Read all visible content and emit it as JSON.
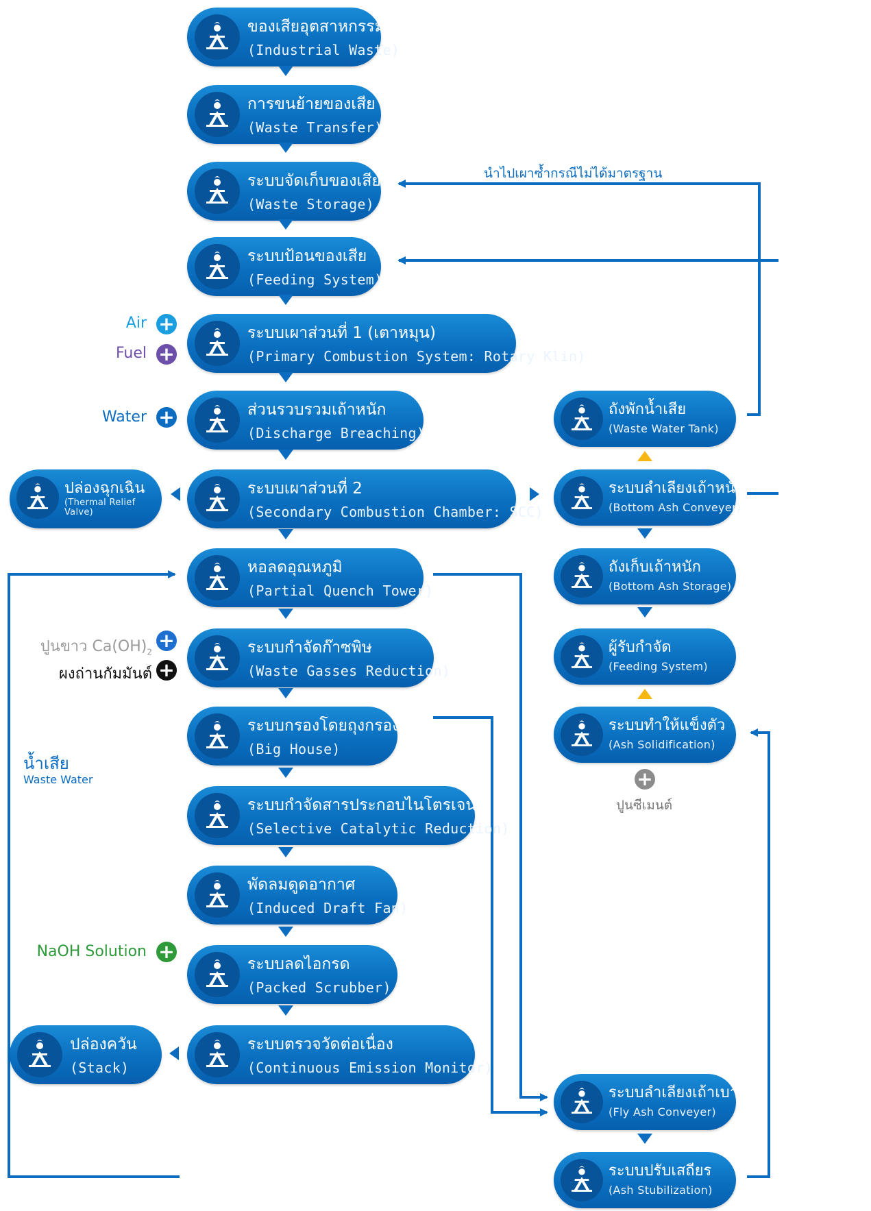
{
  "colors": {
    "primary": "#0b6cc0",
    "air": "#1a9ee0",
    "fuel": "#6b4fa8",
    "water": "#0b6cc0",
    "lime": "#9a9a9a",
    "carbon": "#111111",
    "naoh": "#2e9a3a",
    "cement": "#8c8c8c",
    "warning": "#f6b712"
  },
  "icon": "waste-plant-logo-icon",
  "nodes": {
    "industrial_waste": {
      "th": "ของเสียอุตสาหกรรม",
      "en": "(Industrial Waste)"
    },
    "waste_transfer": {
      "th": "การขนย้ายของเสีย",
      "en": "(Waste Transfer)"
    },
    "waste_storage": {
      "th": "ระบบจัดเก็บของเสีย",
      "en": "(Waste Storage)"
    },
    "feeding_system": {
      "th": "ระบบป้อนของเสีย",
      "en": "(Feeding System)"
    },
    "primary_combustion": {
      "th": "ระบบเผาส่วนที่ 1 (เตาหมุน)",
      "en": "(Primary Combustion System: Rotary Klin)"
    },
    "discharge_breaching": {
      "th": "ส่วนรวบรวมเถ้าหนัก",
      "en": "(Discharge Breaching)"
    },
    "secondary_combustion": {
      "th": "ระบบเผาส่วนที่ 2",
      "en": "(Secondary Combustion Chamber: SCC)"
    },
    "partial_quench": {
      "th": "หอลดอุณหภูมิ",
      "en": "(Partial Quench Tower)"
    },
    "waste_gas_reduction": {
      "th": "ระบบกำจัดก๊าซพิษ",
      "en": "(Waste Gasses Reduction)"
    },
    "big_house": {
      "th": "ระบบกรองโดยถุงกรอง",
      "en": "(Big House)"
    },
    "scr": {
      "th": "ระบบกำจัดสารประกอบไนโตรเจน",
      "en": "(Selective Catalytic Reduction)"
    },
    "id_fan": {
      "th": "พัดลมดูดอากาศ",
      "en": "(Induced Draft Fan)"
    },
    "packed_scrubber": {
      "th": "ระบบลดไอกรด",
      "en": "(Packed Scrubber)"
    },
    "cem": {
      "th": "ระบบตรวจวัดต่อเนื่อง",
      "en": "(Continuous Emission Monitor)"
    },
    "relief_valve": {
      "th": "ปล่องฉุกเฉิน",
      "en": "(Thermal Relief Valve)"
    },
    "stack": {
      "th": "ปล่องควัน",
      "en": "(Stack)"
    },
    "waste_water_tank": {
      "th": "ถังพักน้ำเสีย",
      "en": "(Waste Water Tank)"
    },
    "bottom_ash_conveyer": {
      "th": "ระบบลำเลียงเถ้าหนัก",
      "en": "(Bottom Ash Conveyer)"
    },
    "bottom_ash_storage": {
      "th": "ถังเก็บเถ้าหนัก",
      "en": "(Bottom Ash Storage)"
    },
    "disposal_receiver": {
      "th": "ผู้รับกำจัด",
      "en": "(Feeding System)"
    },
    "ash_solidification": {
      "th": "ระบบทำให้แข็งตัว",
      "en": "(Ash Solidification)"
    },
    "fly_ash_conveyer": {
      "th": "ระบบลำเลียงเถ้าเบา",
      "en": "(Fly Ash Conveyer)"
    },
    "ash_stabilization": {
      "th": "ระบบปรับเสถียร",
      "en": "(Ash Stubilization)"
    }
  },
  "inputs": {
    "air": "Air",
    "fuel": "Fuel",
    "water": "Water",
    "lime_main": "ปูนขาว Ca(OH)",
    "lime_sub": "2",
    "carbon": "ผงถ่านกัมมันต์",
    "naoh": "NaOH Solution",
    "cement": "ปูนซีเมนต์"
  },
  "labels": {
    "reburn": "นำไปเผาซ้ำกรณีไม่ได้มาตรฐาน",
    "waste_water_th": "น้ำเสีย",
    "waste_water_en": "Waste Water"
  }
}
